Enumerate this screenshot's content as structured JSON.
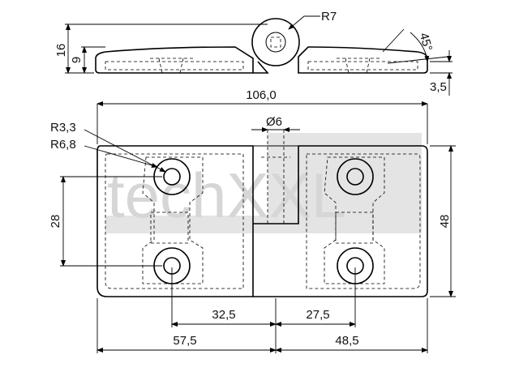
{
  "watermark": "techXXL",
  "labels": {
    "r7": "R7",
    "angle": "45°",
    "h16": "16",
    "h9": "9",
    "t35": "3,5",
    "w106": "106,0",
    "dia6": "Ø6",
    "r33": "R3,3",
    "r68": "R6,8",
    "v28": "28",
    "v48": "48",
    "d325": "32,5",
    "d275": "27,5",
    "d575": "57,5",
    "d485": "48,5"
  }
}
